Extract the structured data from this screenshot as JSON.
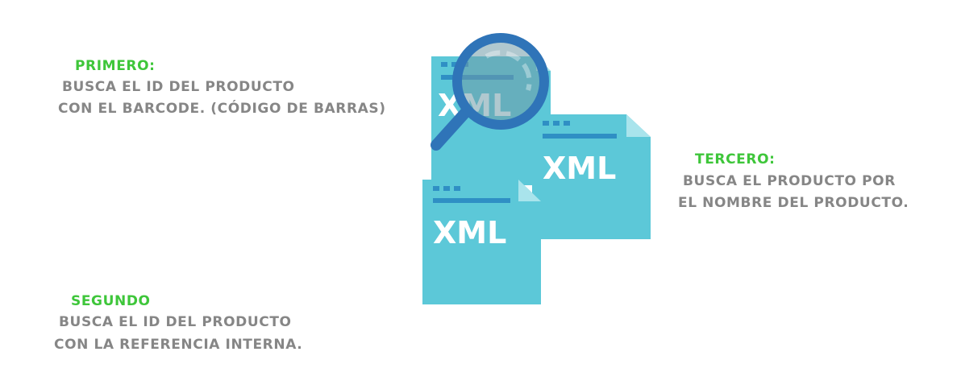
{
  "colors": {
    "title_green": "#3ec63a",
    "body_gray": "#868686",
    "doc_fill": "#5cc8d8",
    "doc_fold": "#a9e4ec",
    "doc_bar": "#2f8fc4",
    "magnifier_ring": "#2f74b8",
    "magnifier_glass": "#6f9aa8"
  },
  "steps": {
    "first": {
      "title": "PRIMERO:",
      "line1": "BUSCA EL ID DEL PRODUCTO",
      "line2": "CON EL BARCODE. (CÓDIGO DE BARRAS)"
    },
    "second": {
      "title": "SEGUNDO",
      "line1": "BUSCA EL ID DEL PRODUCTO",
      "line2": "CON LA REFERENCIA INTERNA."
    },
    "third": {
      "title": "TERCERO:",
      "line1": "BUSCA EL PRODUCTO POR",
      "line2": "EL NOMBRE DEL PRODUCTO."
    }
  },
  "illustration": {
    "icons": [
      "xml-file-icon",
      "xml-file-icon",
      "xml-file-icon",
      "magnifier-icon"
    ],
    "document_labels": {
      "top": "XML",
      "right": "XML",
      "bottom": "XML"
    }
  }
}
